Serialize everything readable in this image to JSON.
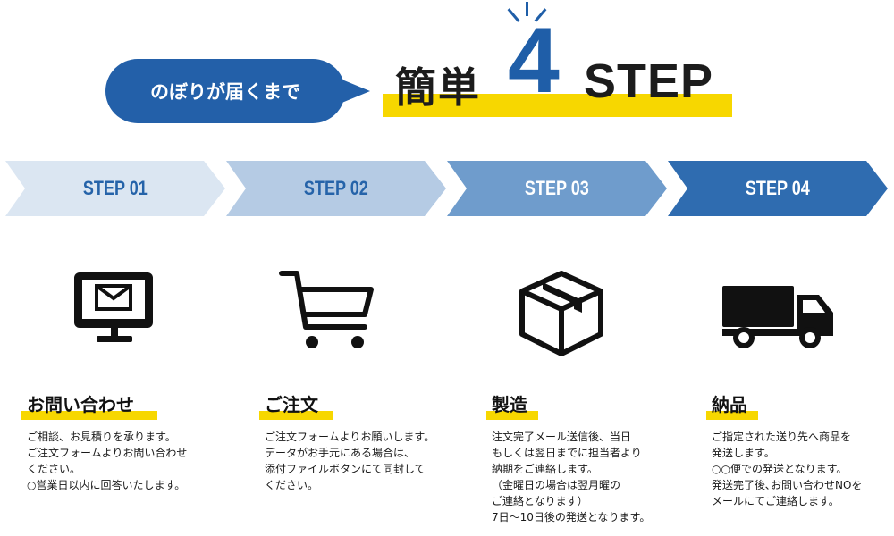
{
  "header": {
    "bubble_text": "のぼりが届くまで",
    "headline_kanji": "簡単",
    "headline_number": "4",
    "headline_word": "STEP"
  },
  "colors": {
    "brand_blue": "#2360a9",
    "accent_yellow": "#f7d700",
    "step1": "#dbe6f2",
    "step2": "#b5cbe4",
    "step3": "#6f9ccc",
    "step4": "#2f6cb0"
  },
  "steps": [
    {
      "label": "STEP 01",
      "icon": "monitor-mail-icon",
      "title": "お問い合わせ",
      "desc": "ご相談、お見積りを承ります。\nご注文フォームよりお問い合わせ\nください。\n○営業日以内に回答いたします。"
    },
    {
      "label": "STEP 02",
      "icon": "shopping-cart-icon",
      "title": "ご注文",
      "desc": "ご注文フォームよりお願いします。\nデータがお手元にある場合は、\n添付ファイルボタンにて同封して\nください。"
    },
    {
      "label": "STEP 03",
      "icon": "package-box-icon",
      "title": "製造",
      "desc": "注文完了メール送信後、当日\nもしくは翌日までに担当者より\n納期をご連絡します。\n（金曜日の場合は翌月曜の\nご連絡となります）\n7日〜10日後の発送となります。"
    },
    {
      "label": "STEP 04",
      "icon": "delivery-truck-icon",
      "title": "納品",
      "desc": "ご指定された送り先へ商品を\n発送します。\n○○便での発送となります。\n発送完了後､お問い合わせNOを\nメールにてご連絡します。"
    }
  ]
}
